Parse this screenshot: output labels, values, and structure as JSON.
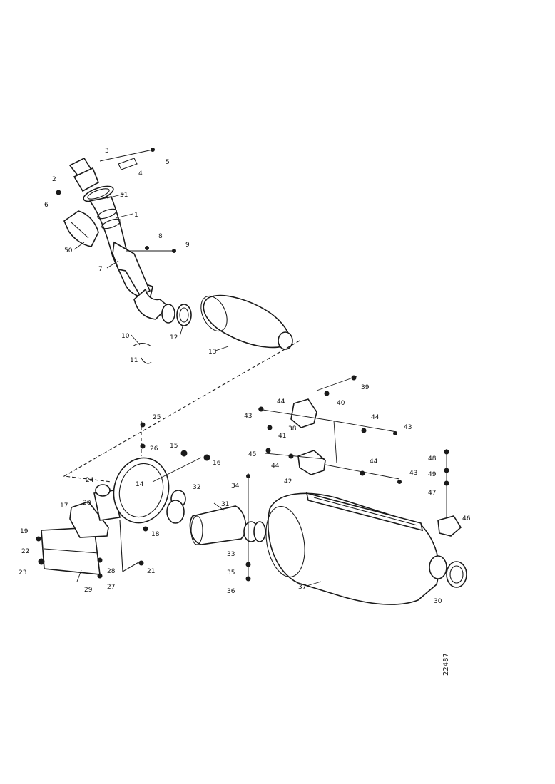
{
  "diagram": {
    "drawing_number": "22487",
    "callouts": [
      {
        "id": "c-3",
        "text": "3"
      },
      {
        "id": "c-2",
        "text": "2"
      },
      {
        "id": "c-4",
        "text": "4"
      },
      {
        "id": "c-5",
        "text": "5"
      },
      {
        "id": "c-6",
        "text": "6"
      },
      {
        "id": "c-51a",
        "text": "51"
      },
      {
        "id": "c-1",
        "text": "1"
      },
      {
        "id": "c-50",
        "text": "50"
      },
      {
        "id": "c-8",
        "text": "8"
      },
      {
        "id": "c-9",
        "text": "9"
      },
      {
        "id": "c-7",
        "text": "7"
      },
      {
        "id": "c-10",
        "text": "10"
      },
      {
        "id": "c-11",
        "text": "11"
      },
      {
        "id": "c-12",
        "text": "12"
      },
      {
        "id": "c-13",
        "text": "13"
      },
      {
        "id": "c-39",
        "text": "39"
      },
      {
        "id": "c-44a",
        "text": "44"
      },
      {
        "id": "c-43a",
        "text": "43"
      },
      {
        "id": "c-40",
        "text": "40"
      },
      {
        "id": "c-41",
        "text": "41"
      },
      {
        "id": "c-38",
        "text": "38"
      },
      {
        "id": "c-44b",
        "text": "44"
      },
      {
        "id": "c-43b",
        "text": "43"
      },
      {
        "id": "c-45",
        "text": "45"
      },
      {
        "id": "c-44c",
        "text": "44"
      },
      {
        "id": "c-44d",
        "text": "44"
      },
      {
        "id": "c-42",
        "text": "42"
      },
      {
        "id": "c-43c",
        "text": "43"
      },
      {
        "id": "c-48",
        "text": "48"
      },
      {
        "id": "c-49",
        "text": "49"
      },
      {
        "id": "c-47",
        "text": "47"
      },
      {
        "id": "c-46",
        "text": "46"
      },
      {
        "id": "c-25",
        "text": "25"
      },
      {
        "id": "c-26",
        "text": "26"
      },
      {
        "id": "c-15",
        "text": "15"
      },
      {
        "id": "c-16",
        "text": "16"
      },
      {
        "id": "c-14",
        "text": "14"
      },
      {
        "id": "c-24",
        "text": "24"
      },
      {
        "id": "c-20",
        "text": "20"
      },
      {
        "id": "c-17",
        "text": "17"
      },
      {
        "id": "c-18",
        "text": "18"
      },
      {
        "id": "c-19",
        "text": "19"
      },
      {
        "id": "c-22",
        "text": "22"
      },
      {
        "id": "c-23",
        "text": "23"
      },
      {
        "id": "c-28",
        "text": "28"
      },
      {
        "id": "c-29",
        "text": "29"
      },
      {
        "id": "c-27",
        "text": "27"
      },
      {
        "id": "c-21",
        "text": "21"
      },
      {
        "id": "c-32",
        "text": "32"
      },
      {
        "id": "c-31",
        "text": "31"
      },
      {
        "id": "c-34",
        "text": "34"
      },
      {
        "id": "c-33",
        "text": "33"
      },
      {
        "id": "c-35",
        "text": "35"
      },
      {
        "id": "c-36",
        "text": "36"
      },
      {
        "id": "c-37",
        "text": "37"
      },
      {
        "id": "c-30",
        "text": "30"
      }
    ]
  }
}
